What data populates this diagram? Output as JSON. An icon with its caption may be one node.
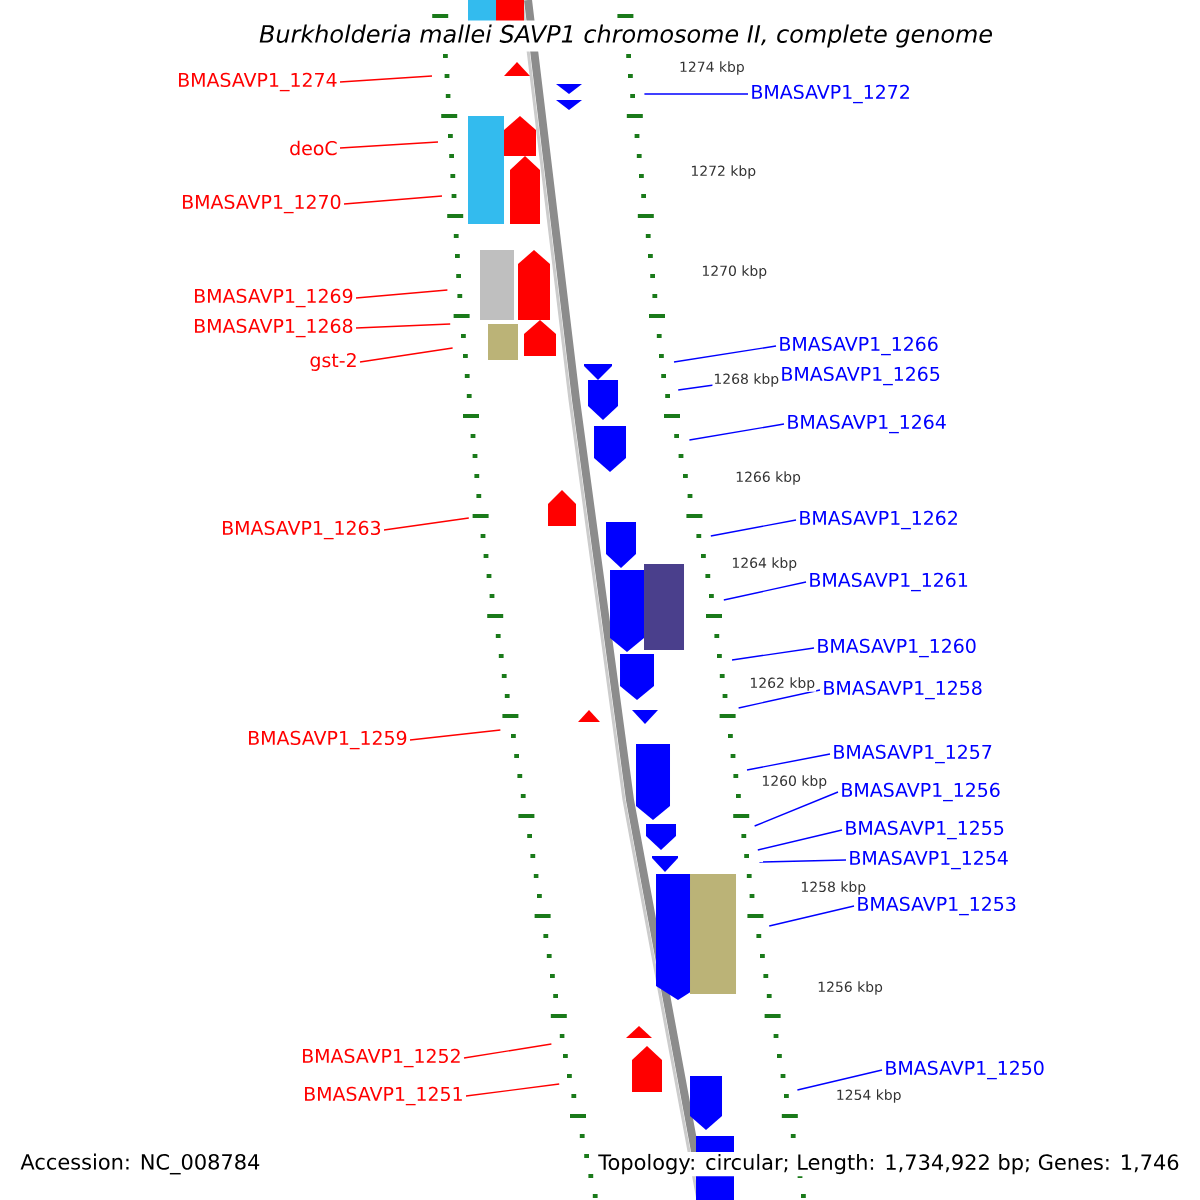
{
  "diagram": {
    "title": "Burkholderia mallei SAVP1 chromosome II, complete genome",
    "nodes": [
      {
        "text": [
          "BMASAVP1_1274"
        ]
      },
      {
        "text": [
          "deoC"
        ]
      },
      {
        "text": [
          "BMASAVP1_1270"
        ]
      },
      {
        "text": [
          "BMASAVP1_1269"
        ]
      },
      {
        "text": [
          "BMASAVP1_1268"
        ]
      },
      {
        "text": [
          "gst-2"
        ]
      },
      {
        "text": [
          "BMASAVP1_1263"
        ]
      },
      {
        "text": [
          "BMASAVP1_1259"
        ]
      },
      {
        "text": [
          "BMASAVP1_1252"
        ]
      },
      {
        "text": [
          "BMASAVP1_1251"
        ]
      },
      {
        "text": [
          "BMASAVP1_1272"
        ]
      },
      {
        "text": [
          "BMASAVP1_1266"
        ]
      },
      {
        "text": [
          "BMASAVP1_1265"
        ]
      },
      {
        "text": [
          "BMASAVP1_1264"
        ]
      },
      {
        "text": [
          "BMASAVP1_1262"
        ]
      },
      {
        "text": [
          "BMASAVP1_1261"
        ]
      },
      {
        "text": [
          "BMASAVP1_1260"
        ]
      },
      {
        "text": [
          "BMASAVP1_1258"
        ]
      },
      {
        "text": [
          "BMASAVP1_1257"
        ]
      },
      {
        "text": [
          "BMASAVP1_1256"
        ]
      },
      {
        "text": [
          "BMASAVP1_1255"
        ]
      },
      {
        "text": [
          "BMASAVP1_1254"
        ]
      },
      {
        "text": [
          "BMASAVP1_1253"
        ]
      },
      {
        "text": [
          "BMASAVP1_1250"
        ]
      }
    ],
    "edges": [
      {
        "from": 0,
        "to": null,
        "arrow": "none",
        "color": "#ff0000"
      },
      {
        "from": 1,
        "to": null,
        "arrow": "none",
        "color": "#ff0000"
      },
      {
        "from": 2,
        "to": null,
        "arrow": "none",
        "color": "#ff0000"
      },
      {
        "from": 3,
        "to": null,
        "arrow": "none",
        "color": "#ff0000"
      },
      {
        "from": 4,
        "to": null,
        "arrow": "none",
        "color": "#ff0000"
      },
      {
        "from": 5,
        "to": null,
        "arrow": "none",
        "color": "#ff0000"
      },
      {
        "from": 6,
        "to": null,
        "arrow": "none",
        "color": "#ff0000"
      },
      {
        "from": 7,
        "to": null,
        "arrow": "none",
        "color": "#ff0000"
      },
      {
        "from": 8,
        "to": null,
        "arrow": "none",
        "color": "#ff0000"
      },
      {
        "from": 9,
        "to": null,
        "arrow": "none",
        "color": "#ff0000"
      },
      {
        "from": 10,
        "to": null,
        "arrow": "none"
      },
      {
        "from": 11,
        "to": null,
        "arrow": "none"
      },
      {
        "from": 12,
        "to": null,
        "arrow": "none"
      },
      {
        "from": 13,
        "to": null,
        "arrow": "none"
      },
      {
        "from": 14,
        "to": null,
        "arrow": "none"
      },
      {
        "from": 15,
        "to": null,
        "arrow": "none"
      },
      {
        "from": 16,
        "to": null,
        "arrow": "none"
      },
      {
        "from": 17,
        "to": null,
        "arrow": "none"
      },
      {
        "from": 18,
        "to": null,
        "arrow": "none"
      },
      {
        "from": 19,
        "to": null,
        "arrow": "none"
      },
      {
        "from": 20,
        "to": null,
        "arrow": "none"
      },
      {
        "from": 21,
        "to": null,
        "arrow": "none"
      },
      {
        "from": 22,
        "to": null,
        "arrow": "none"
      },
      {
        "from": 23,
        "to": null,
        "arrow": "none"
      }
    ],
    "labels": [
      "1274 kbp",
      "1272 kbp",
      "1270 kbp",
      "1268 kbp",
      "1266 kbp",
      "1264 kbp",
      "1262 kbp",
      "1260 kbp",
      "1258 kbp",
      "1256 kbp",
      "1254 kbp",
      "Accession: NC_008784",
      "Topology: circular; Length: 1,734,922 bp; Genes: 1,746"
    ]
  }
}
